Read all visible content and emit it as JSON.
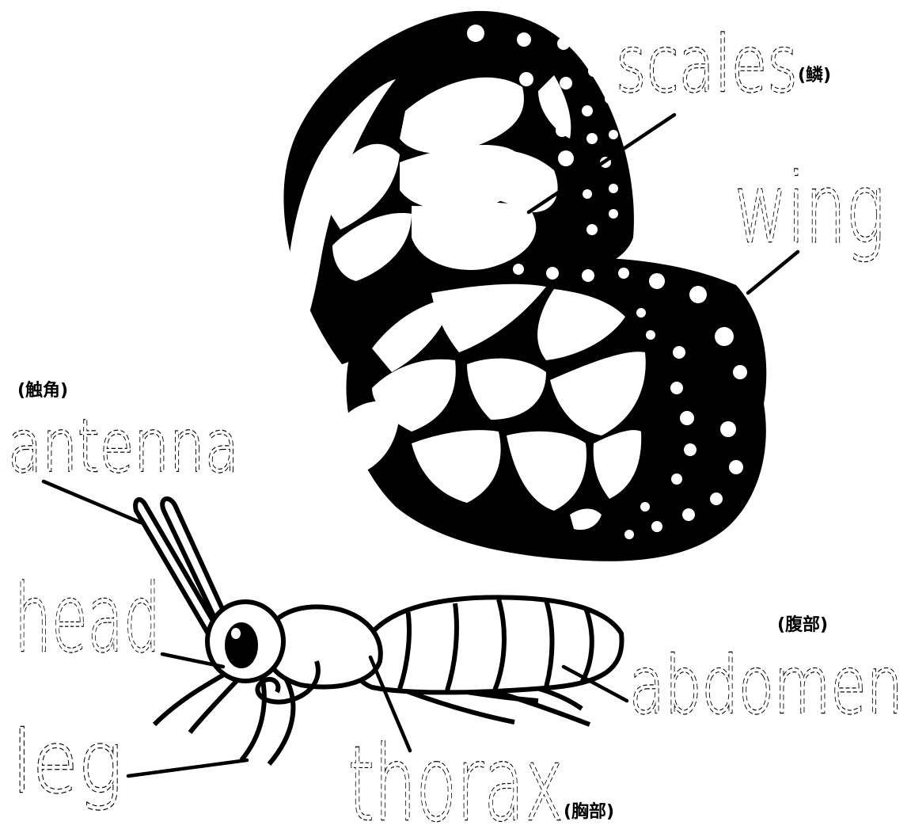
{
  "labels": {
    "scales": "scales",
    "scales_cn": "(鳞)",
    "wing": "wing",
    "antenna_cn": "(触角)",
    "antenna": "antenna",
    "head": "head",
    "leg": "leg",
    "thorax": "thorax",
    "thorax_cn": "(胸部)",
    "abdomen_cn": "(腹部)",
    "abdomen": "abdomen"
  },
  "colors": {
    "ink": "#000000",
    "paper": "#ffffff"
  }
}
